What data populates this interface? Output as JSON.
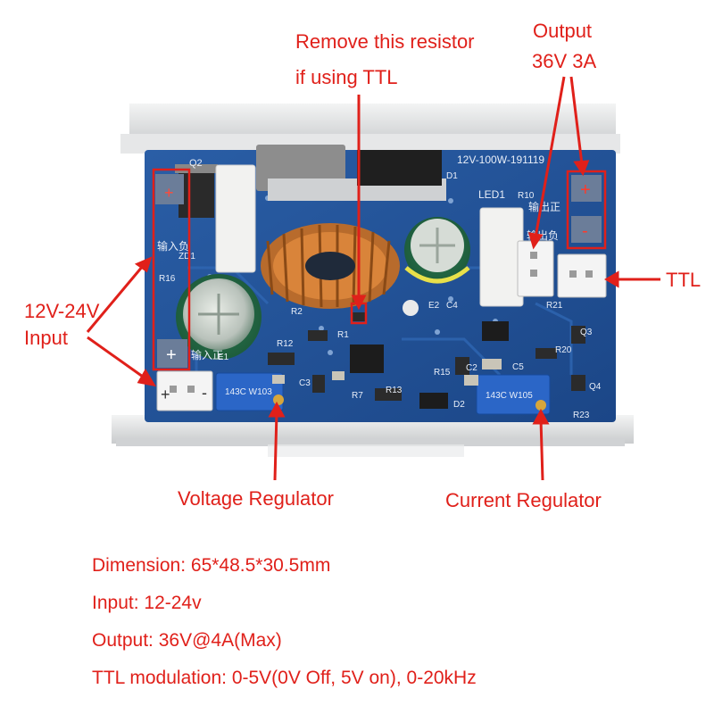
{
  "colors": {
    "annotation": "#e0201a",
    "board": "#1f4f95",
    "heatsink": "#d7d9da"
  },
  "annotations": {
    "remove_resistor_line1": "Remove this resistor",
    "remove_resistor_line2": "if using TTL",
    "output_line1": "Output",
    "output_line2": "36V 3A",
    "ttl": "TTL",
    "input_line1": "12V-24V",
    "input_line2": "Input",
    "voltage_regulator": "Voltage Regulator",
    "current_regulator": "Current Regulator"
  },
  "board_silkscreen": {
    "model": "12V-100W-191119",
    "q2": "Q2",
    "led1": "LED1",
    "r10": "R10",
    "output_pos_cn": "输出正",
    "output_neg_cn": "输出负",
    "input_neg_cn": "输入负",
    "input_pos_cn": "输入正",
    "zd1": "ZD1",
    "r16": "R16",
    "r2": "R2",
    "r1": "R1",
    "r12": "R12",
    "r13": "R13",
    "r15": "R15",
    "r7": "R7",
    "r20": "R20",
    "r21": "R21",
    "r23": "R23",
    "c3": "C3",
    "c2": "C2",
    "c4": "C4",
    "c5": "C5",
    "e1": "E1",
    "e2": "E2",
    "d1": "D1",
    "d2": "D2",
    "q3": "Q3",
    "q4": "Q4",
    "pot_left": "143C W103",
    "pot_right": "143C W105",
    "plus": "+",
    "minus": "-"
  },
  "specs": [
    {
      "key": "Dimension:",
      "value": "65*48.5*30.5mm"
    },
    {
      "key": "Input:",
      "value": "12-24v"
    },
    {
      "key": "Output:",
      "value": "36V@4A(Max)"
    },
    {
      "key": "TTL modulation:",
      "value": "0-5V(0V Off, 5V on), 0-20kHz"
    }
  ]
}
